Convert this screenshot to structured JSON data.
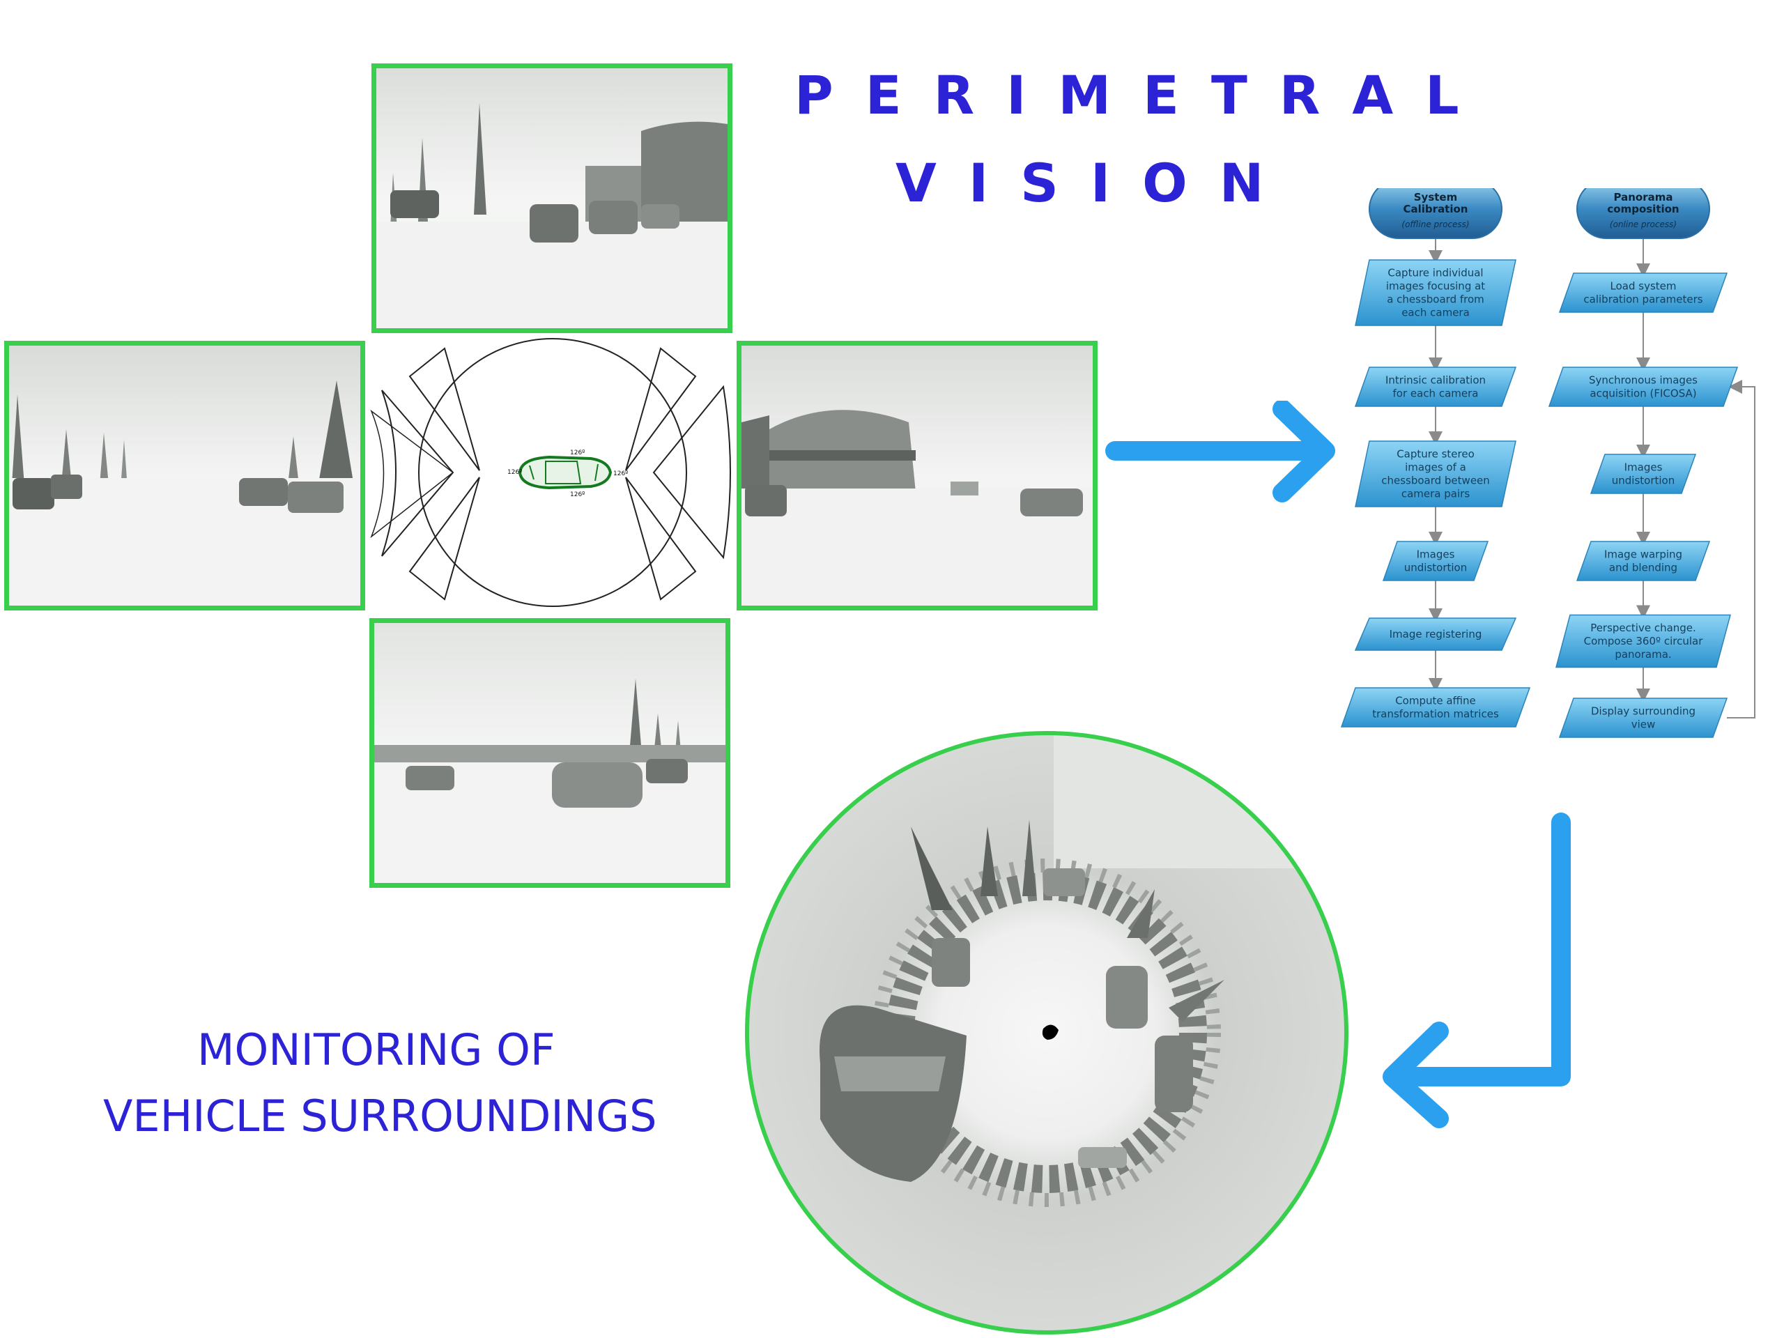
{
  "title": {
    "line1": "PERIMETRAL",
    "line2": "VISION"
  },
  "caption": {
    "line1": "MONITORING OF",
    "line2": "VEHICLE SURROUNDINGS"
  },
  "colors": {
    "title": "#2c22d6",
    "frame": "#37cf4c",
    "arrow": "#2ba0ef",
    "flow_box": "#39a7dc",
    "car": "#137a1f"
  },
  "coverage_diagram": {
    "angle_labels": [
      "126º",
      "126º",
      "126º",
      "126º"
    ]
  },
  "flowchart": {
    "calibration": {
      "title": "System Calibration",
      "subtitle": "(offline process)",
      "steps": [
        [
          "Capture individual",
          "images focusing at",
          "a chessboard from",
          "each camera"
        ],
        [
          "Intrinsic calibration",
          "for each camera"
        ],
        [
          "Capture stereo",
          "images of a",
          "chessboard between",
          "camera pairs"
        ],
        [
          "Images",
          "undistortion"
        ],
        [
          "Image registering"
        ],
        [
          "Compute affine",
          "transformation matrices"
        ]
      ]
    },
    "composition": {
      "title": "Panorama composition",
      "subtitle": "(online process)",
      "steps": [
        [
          "Load system",
          "calibration parameters"
        ],
        [
          "Synchronous images",
          "acquisition (FICOSA)"
        ],
        [
          "Images",
          "undistortion"
        ],
        [
          "Image warping",
          "and blending"
        ],
        [
          "Perspective change.",
          "Compose 360º circular",
          "panorama."
        ],
        [
          "Display surrounding",
          "view"
        ]
      ]
    }
  },
  "images": {
    "front": "front-camera-view",
    "left": "left-camera-view",
    "right": "right-camera-view",
    "rear": "rear-camera-view",
    "panorama": "circular-360-panorama"
  }
}
